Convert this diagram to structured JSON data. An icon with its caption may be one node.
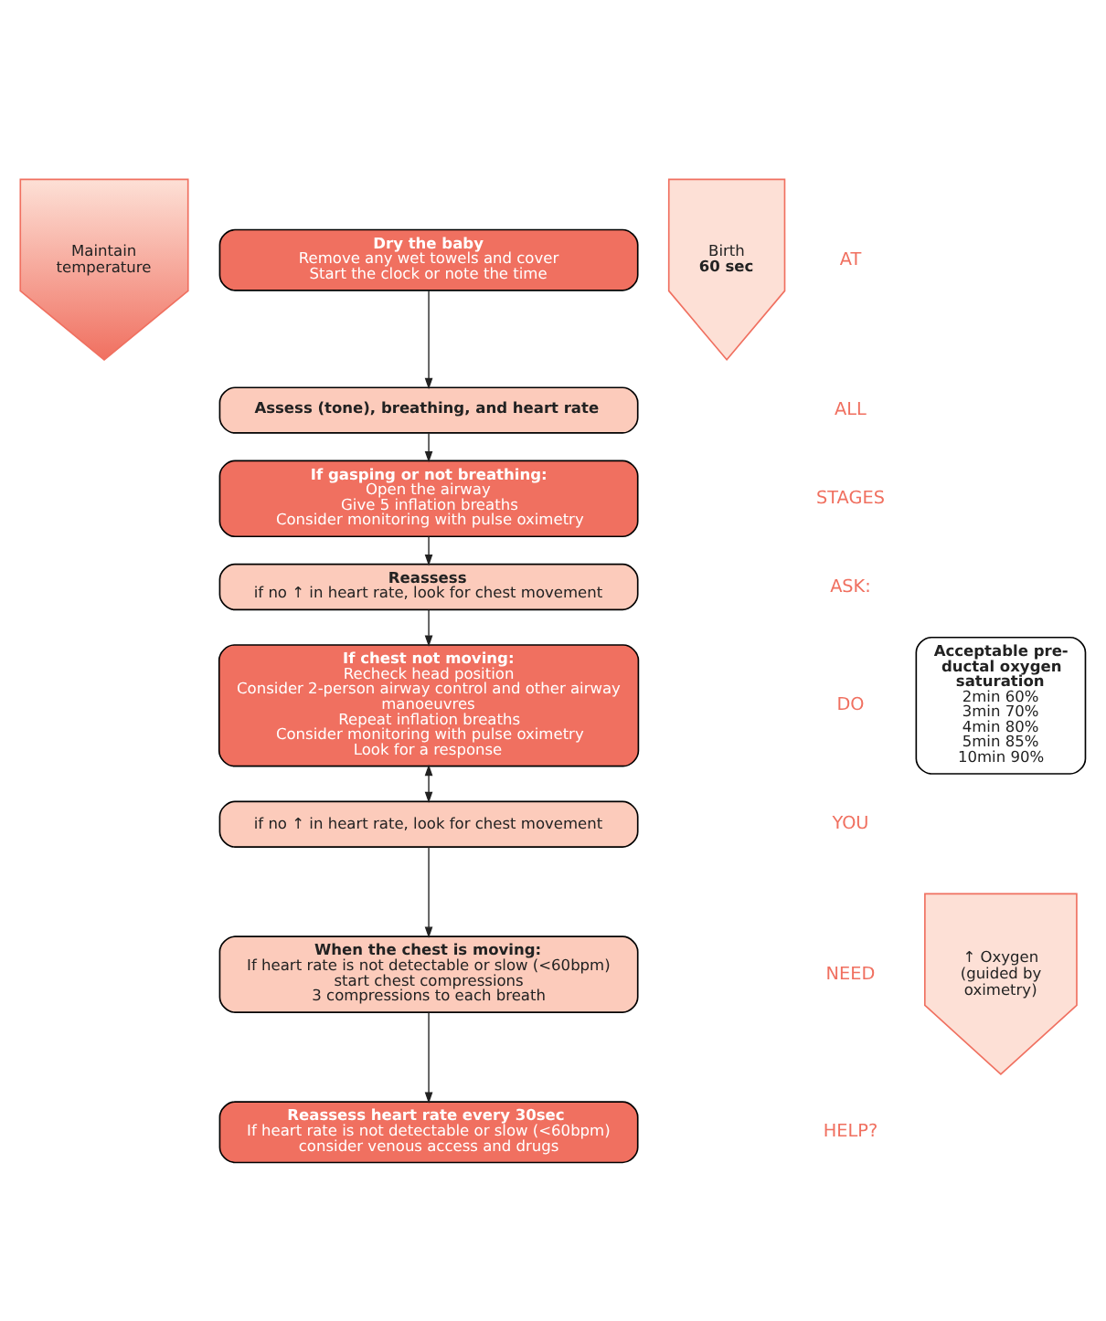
{
  "diagram": {
    "nodes": [
      {
        "text": [
          "Maintain temperature"
        ]
      },
      {
        "text": [
          "Dry the baby",
          "Remove any wet towels and cover",
          "Start the clock or note the time"
        ]
      },
      {
        "text": [
          "Assess (tone), breathing, and heart rate"
        ]
      },
      {
        "text": [
          "If gasping or not breathing:",
          "Open the airway",
          "Give 5 inflation breaths",
          "Consider monitoring with pulse oximetry"
        ]
      },
      {
        "text": [
          "Reassess",
          "if no ↑ in heart rate, look for chest movement"
        ]
      },
      {
        "text": [
          "If chest not moving:",
          "Recheck head position",
          "Consider 2-person airway control and other airway manoeuvres",
          "Repeat inflation breaths",
          "Consider monitoring with pulse oximetry",
          "Look for a response"
        ]
      },
      {
        "text": [
          "Acceptable pre-ductal oxygen saturation",
          "2min 60%",
          "3min 70%",
          "4min 80%",
          "5min 85%",
          "10min 90%"
        ]
      },
      {
        "text": [
          "if no ↑ in heart rate, look for chest movement"
        ]
      },
      {
        "text": [
          "When the chest is moving:",
          "If heart rate is not detectable or slow (<60bpm)",
          "start chest compressions",
          "3 compressions to each breath"
        ]
      },
      {
        "text": [
          "Reassess heart rate every 30sec",
          "If heart rate is not detectable or slow (<60bpm)",
          "consider venous access and drugs"
        ]
      },
      {
        "text": [
          "Birth",
          "60 sec"
        ]
      },
      {
        "text": [
          "↑ Oxygen",
          "(guided by oximetry)"
        ]
      }
    ],
    "edges": [
      {
        "from": 1,
        "to": 2,
        "arrow": "to"
      },
      {
        "from": 2,
        "to": 3,
        "arrow": "to"
      },
      {
        "from": 3,
        "to": 4,
        "arrow": "to"
      },
      {
        "from": 4,
        "to": 5,
        "arrow": "to"
      },
      {
        "from": 5,
        "to": 7,
        "arrow": "both"
      },
      {
        "from": 7,
        "to": 8,
        "arrow": "to"
      },
      {
        "from": 8,
        "to": 9,
        "arrow": "to"
      }
    ],
    "labels": [
      "AT",
      "ALL",
      "STAGES",
      "ASK:",
      "DO",
      "YOU",
      "NEED",
      "HELP?"
    ]
  }
}
